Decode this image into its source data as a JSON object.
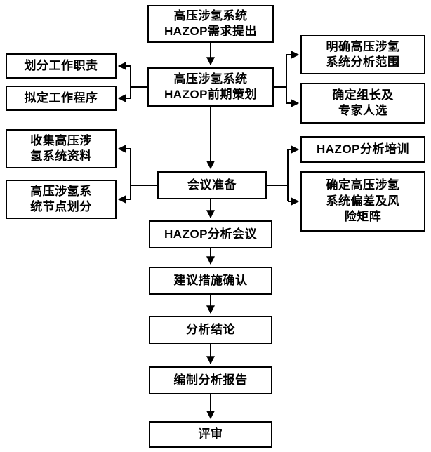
{
  "diagram": {
    "type": "flowchart",
    "language": "zh-CN",
    "colors": {
      "background": "#ffffff",
      "box_border": "#000000",
      "box_fill": "#ffffff",
      "line": "#000000",
      "text": "#000000"
    },
    "nodes": {
      "n1": {
        "label": "高压涉氢系统\nHAZOP需求提出"
      },
      "n2": {
        "label": "高压涉氢系统\nHAZOP前期策划"
      },
      "n3": {
        "label": "会议准备"
      },
      "n4": {
        "label": "HAZOP分析会议"
      },
      "n5": {
        "label": "建议措施确认"
      },
      "n6": {
        "label": "分析结论"
      },
      "n7": {
        "label": "编制分析报告"
      },
      "n8": {
        "label": "评审"
      },
      "l1": {
        "label": "划分工作职责"
      },
      "l2": {
        "label": "拟定工作程序"
      },
      "l3": {
        "label": "收集高压涉\n氢系统资料"
      },
      "l4": {
        "label": "高压涉氢系\n统节点划分"
      },
      "r1": {
        "label": "明确高压涉氢\n系统分析范围"
      },
      "r2": {
        "label": "确定组长及\n专家人选"
      },
      "r3": {
        "label": "HAZOP分析培训"
      },
      "r4": {
        "label": "确定高压涉氢\n系统偏差及风\n险矩阵"
      }
    },
    "edges": [
      {
        "from": "n1",
        "to": "n2"
      },
      {
        "from": "n2",
        "to": "l1"
      },
      {
        "from": "n2",
        "to": "l2"
      },
      {
        "from": "n2",
        "to": "r1"
      },
      {
        "from": "n2",
        "to": "r2"
      },
      {
        "from": "n2",
        "to": "n3"
      },
      {
        "from": "n3",
        "to": "l3"
      },
      {
        "from": "n3",
        "to": "l4"
      },
      {
        "from": "n3",
        "to": "r3"
      },
      {
        "from": "n3",
        "to": "r4"
      },
      {
        "from": "n3",
        "to": "n4"
      },
      {
        "from": "n4",
        "to": "n5"
      },
      {
        "from": "n5",
        "to": "n6"
      },
      {
        "from": "n6",
        "to": "n7"
      },
      {
        "from": "n7",
        "to": "n8"
      }
    ]
  }
}
